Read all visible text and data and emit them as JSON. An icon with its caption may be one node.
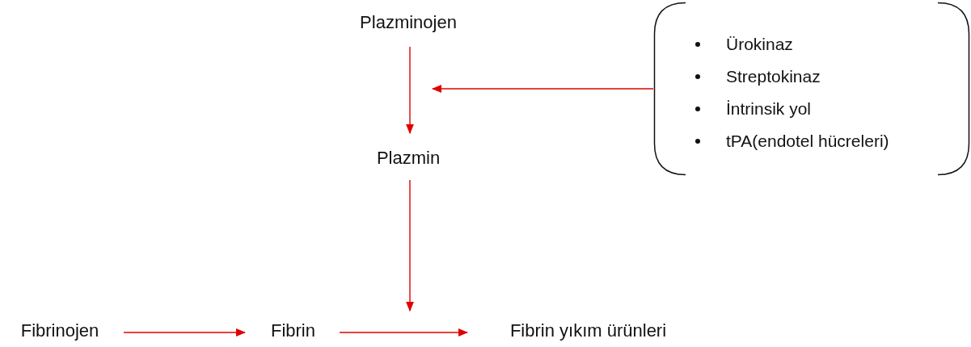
{
  "diagram": {
    "nodes": [
      {
        "text": [
          "Plazminojen"
        ]
      },
      {
        "text": [
          "Ürokinaz",
          "Streptokinaz",
          "İntrinsik yol",
          "tPA(endotel hücreleri)"
        ]
      },
      {
        "text": [
          "Plazmin"
        ]
      },
      {
        "text": [
          "Fibrinojen"
        ]
      },
      {
        "text": [
          "Fibrin"
        ]
      },
      {
        "text": [
          "Fibrin yıkım ürünleri"
        ]
      }
    ],
    "edges": [
      {
        "from": 0,
        "to": 2,
        "arrow": "to"
      },
      {
        "from": 1,
        "to": null,
        "arrow": "to"
      },
      {
        "from": 2,
        "to": null,
        "arrow": "to"
      },
      {
        "from": 3,
        "to": 4,
        "arrow": "to"
      },
      {
        "from": 4,
        "to": 5,
        "arrow": "to"
      }
    ]
  }
}
